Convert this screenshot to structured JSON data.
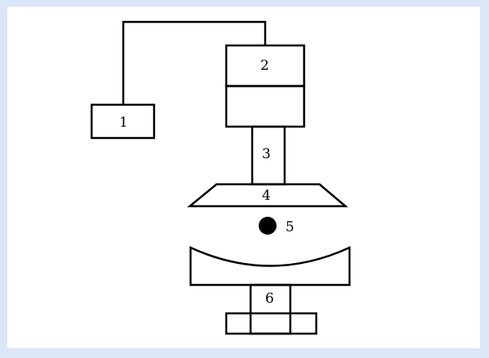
{
  "diagram": {
    "labels": {
      "part1": "1",
      "part2": "2",
      "part3": "3",
      "part4": "4",
      "part5": "5",
      "part6": "6"
    }
  }
}
